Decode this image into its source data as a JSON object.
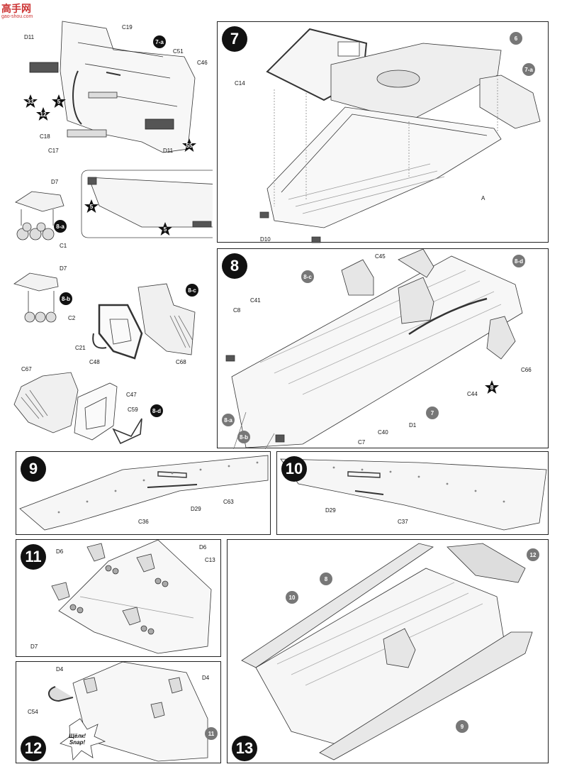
{
  "watermark": {
    "site": "高手网",
    "url": "gao-shou.com"
  },
  "steps": {
    "s7": "7",
    "s8": "8",
    "s9": "9",
    "s10": "10",
    "s11": "11",
    "s12": "12",
    "s13": "13"
  },
  "left_column": {
    "labels": {
      "c19": "C19",
      "d11_top": "D11",
      "c51": "C51",
      "c46": "C46",
      "c18": "C18",
      "c17": "C17",
      "d11_bottom": "D11",
      "d7_a": "D7",
      "c1": "C1",
      "d7_b": "D7",
      "c2": "C2",
      "c21": "C21",
      "c48": "C48",
      "c68": "C68",
      "c67": "C67",
      "c47": "C47",
      "c59": "C59"
    },
    "callouts": {
      "a7": "7-a",
      "a8": "8-a",
      "b8": "8-b",
      "c8": "8-c",
      "d8": "8-d"
    },
    "stars": {
      "s33": "33",
      "s5a": "5",
      "s12": "12",
      "s55": "55",
      "s5b": "5",
      "s5c": "5"
    }
  },
  "step7": {
    "labels": {
      "c14": "C14",
      "a": "A",
      "d10": "D10"
    },
    "callouts": {
      "six": "6",
      "a7": "7-a"
    }
  },
  "step8": {
    "labels": {
      "c45": "C45",
      "c8": "C8",
      "c41": "C41",
      "c66": "C66",
      "c44": "C44",
      "c40": "C40",
      "c7": "C7",
      "d1": "D1"
    },
    "callouts": {
      "c8": "8-c",
      "d8": "8-d",
      "seven": "7",
      "a8": "8-a",
      "b8": "8-b"
    },
    "stars": {
      "s8": "8"
    }
  },
  "step9": {
    "labels": {
      "c63": "C63",
      "c36": "C36",
      "d29": "D29"
    }
  },
  "step10": {
    "labels": {
      "d29": "D29",
      "c37": "C37"
    }
  },
  "step11": {
    "labels": {
      "d6_a": "D6",
      "d6_b": "D6",
      "c13": "C13",
      "d7": "D7"
    }
  },
  "step12": {
    "labels": {
      "d4_a": "D4",
      "d4_b": "D4",
      "c54": "C54"
    },
    "snap_ru": "Щёлк!",
    "snap_en": "Snap!",
    "callouts": {
      "eleven": "11"
    }
  },
  "step13": {
    "callouts": {
      "twelve": "12",
      "ten": "10",
      "eight": "8",
      "nine": "9"
    }
  }
}
